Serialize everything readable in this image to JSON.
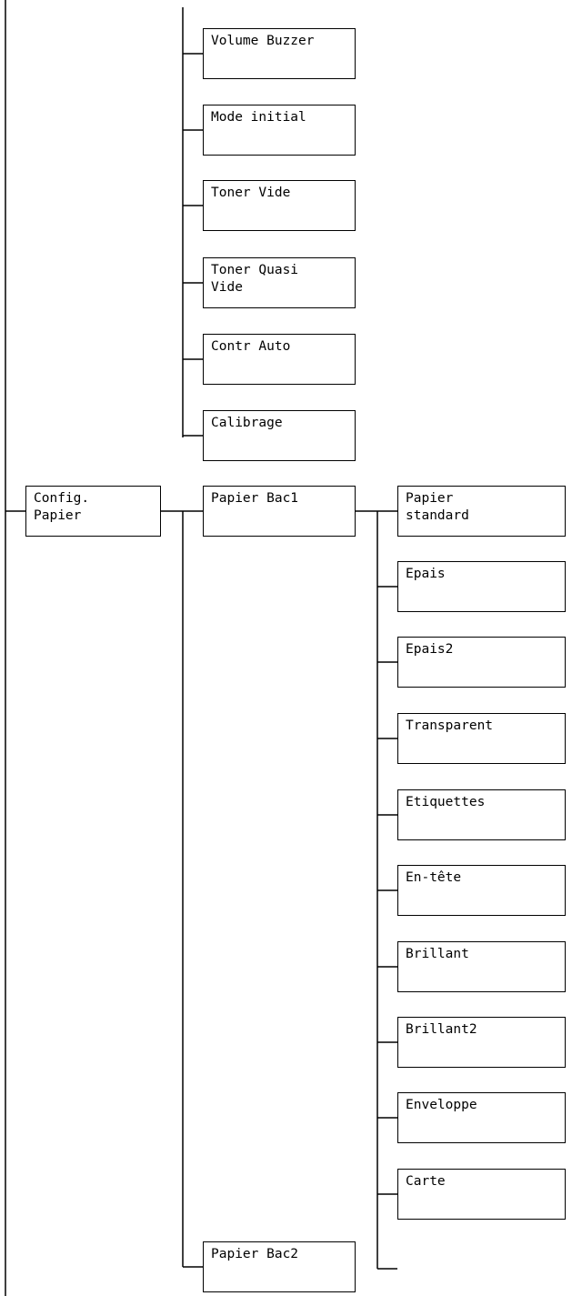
{
  "menu_tree": {
    "level2_upper": [
      "Volume Buzzer",
      "Mode initial",
      "Toner Vide",
      "Toner Quasi\nVide",
      "Contr Auto",
      "Calibrage"
    ],
    "config_papier": "Config.\nPapier",
    "papier_bac1": "Papier Bac1",
    "paper_types": [
      "Papier\nstandard",
      "Epais",
      "Epais2",
      "Transparent",
      "Etiquettes",
      "En-tête",
      "Brillant",
      "Brillant2",
      "Enveloppe",
      "Carte"
    ],
    "papier_bac2": "Papier Bac2"
  }
}
